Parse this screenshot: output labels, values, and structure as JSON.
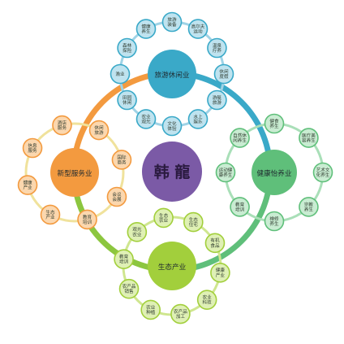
{
  "center": {
    "label": "韩 龍",
    "color": "#7b5aa6"
  },
  "hubs": [
    {
      "id": "tourism",
      "label": "旅游休闲业",
      "color": "#3aa9c8",
      "light": "#bfe3ef",
      "ring": "#9fd3e6",
      "arc": "#3aa9c8",
      "satellites": [
        "旅游装备",
        "高尔夫运动",
        "温泉疗养",
        "休闲度假",
        "游艇旅游",
        "水上娱乐",
        "文化体验",
        "农业观光",
        "田园休闲",
        "漁业",
        "森林探险",
        "健康养生"
      ]
    },
    {
      "id": "health",
      "label": "健康怡养业",
      "color": "#5fbf7a",
      "light": "#c9ecd2",
      "ring": "#a9dfb8",
      "arc": "#5fbf7a",
      "satellites": [
        "自然休闲养生",
        "健食养生",
        "医疗美容养生",
        "艺术文化养生",
        "宗教养生",
        "禅修养生",
        "教育培训",
        "运动健康养生"
      ]
    },
    {
      "id": "eco",
      "label": "生态产业",
      "color": "#a2cf3c",
      "light": "#dff0b5",
      "ring": "#cfe68f",
      "arc": "#8cc63f",
      "satellites": [
        "生态农业",
        "生态住宅",
        "有机食品",
        "健康产业",
        "农业科技",
        "农产品加工",
        "农业种植",
        "农产品销售",
        "教育培训",
        "观光农业"
      ]
    },
    {
      "id": "services",
      "label": "新型服务业",
      "color": "#f39a3f",
      "light": "#fbd7ae",
      "ring": "#f0e29c",
      "arc": "#f39a3f",
      "satellites": [
        "休闲旅游",
        "国际商务",
        "会议会展",
        "教育培训",
        "生态产业",
        "健康产业",
        "信息服务",
        "酒店服务"
      ]
    }
  ]
}
